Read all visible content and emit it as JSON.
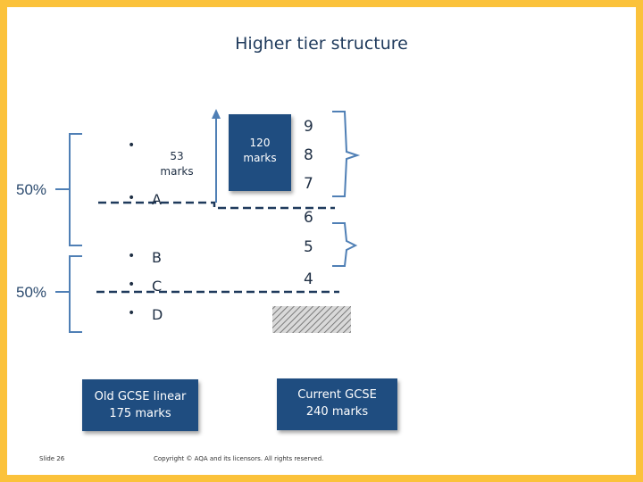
{
  "slide": {
    "title": "Higher tier structure",
    "slide_number": "Slide 26",
    "copyright": "Copyright © AQA and its licensors. All rights reserved."
  },
  "left": {
    "percent_top": "50%",
    "percent_bottom": "50%",
    "grades": [
      "A",
      "B",
      "C",
      "D"
    ],
    "box_53": {
      "line1": "53",
      "line2": "marks"
    },
    "old_gcse": {
      "line1": "Old GCSE linear",
      "line2": "175 marks"
    }
  },
  "right": {
    "box_120": {
      "line1": "120",
      "line2": "marks"
    },
    "numbers": [
      "9",
      "8",
      "7",
      "6",
      "5",
      "4"
    ],
    "current_gcse": {
      "line1": "Current GCSE",
      "line2": "240 marks"
    }
  },
  "colors": {
    "frame": "#fbc23b",
    "box_fill": "#1f4d80",
    "bracket": "#4f7fb5",
    "dashed_line": "#1f3a5c",
    "arrow": "#4f7fb5"
  }
}
